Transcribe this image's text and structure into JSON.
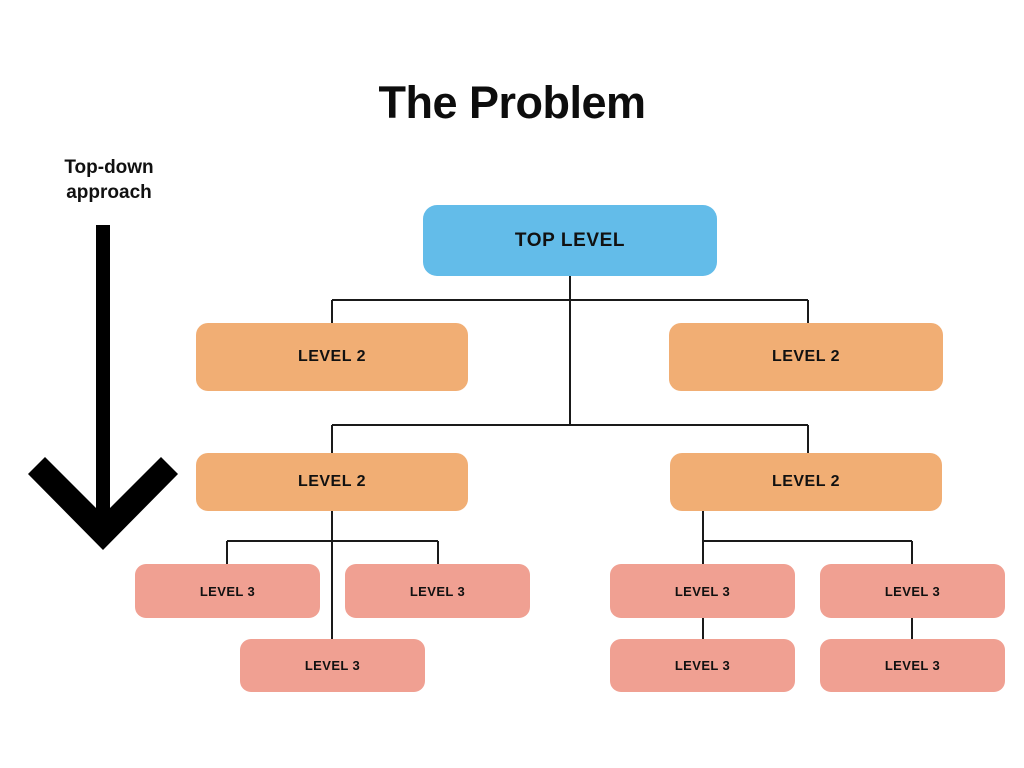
{
  "slide": {
    "title": "The Problem",
    "background_color": "#ffffff",
    "annotation": {
      "line1": "Top-down",
      "line2": "approach",
      "arrow_direction": "down"
    }
  },
  "palette": {
    "top_level": "#63bce9",
    "level_2": "#f1ae74",
    "level_3": "#f0a092",
    "connector": "#1a1a1a",
    "text": "#111111"
  },
  "chart_data": {
    "type": "diagram",
    "subtype": "org-chart-tree",
    "title": "The Problem",
    "annotation": "Top-down approach",
    "levels": [
      "TOP LEVEL",
      "LEVEL 2",
      "LEVEL 3"
    ],
    "node_counts": {
      "top_level": 1,
      "level_2": 4,
      "level_3": 7
    },
    "total_nodes": 12
  },
  "nodes": {
    "top": {
      "label": "TOP LEVEL"
    },
    "level2": [
      {
        "label": "LEVEL 2"
      },
      {
        "label": "LEVEL 2"
      },
      {
        "label": "LEVEL 2"
      },
      {
        "label": "LEVEL 2"
      }
    ],
    "level3": [
      {
        "label": "LEVEL 3"
      },
      {
        "label": "LEVEL 3"
      },
      {
        "label": "LEVEL 3"
      },
      {
        "label": "LEVEL 3"
      },
      {
        "label": "LEVEL 3"
      },
      {
        "label": "LEVEL 3"
      },
      {
        "label": "LEVEL 3"
      }
    ]
  }
}
